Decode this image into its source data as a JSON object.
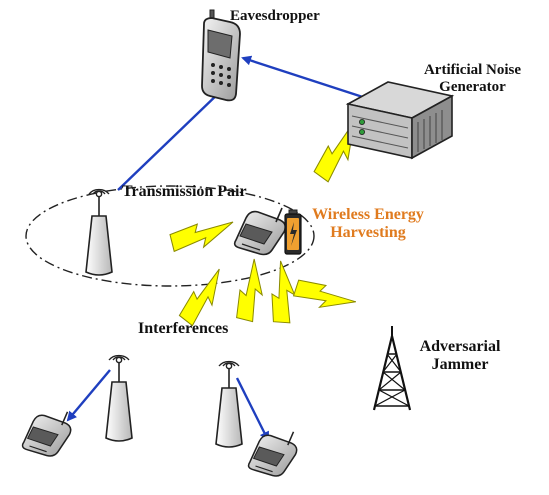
{
  "labels": {
    "eavesdropper": "Eavesdropper",
    "artificial_noise_line1": "Artificial Noise",
    "artificial_noise_line2": "Generator",
    "transmission_pair": "Transmission Pair",
    "energy_line1": "Wireless Energy",
    "energy_line2": "Harvesting",
    "interferences": "Interferences",
    "jammer_line1": "Adversarial",
    "jammer_line2": "Jammer"
  },
  "colors": {
    "link_arrow": "#1f3fbf",
    "lightning_fill": "#ffff00",
    "lightning_stroke": "#8a8a00",
    "energy_text": "#e07b1f",
    "device_fill": "#d9d9d9",
    "device_stroke": "#222222",
    "battery_fill": "#f0a030"
  },
  "icons": [
    "mobile-phone-icon",
    "server-rack-icon",
    "antenna-tower-icon",
    "flip-phone-icon",
    "battery-icon",
    "lattice-jammer-tower-icon",
    "lightning-bolt-icon"
  ]
}
